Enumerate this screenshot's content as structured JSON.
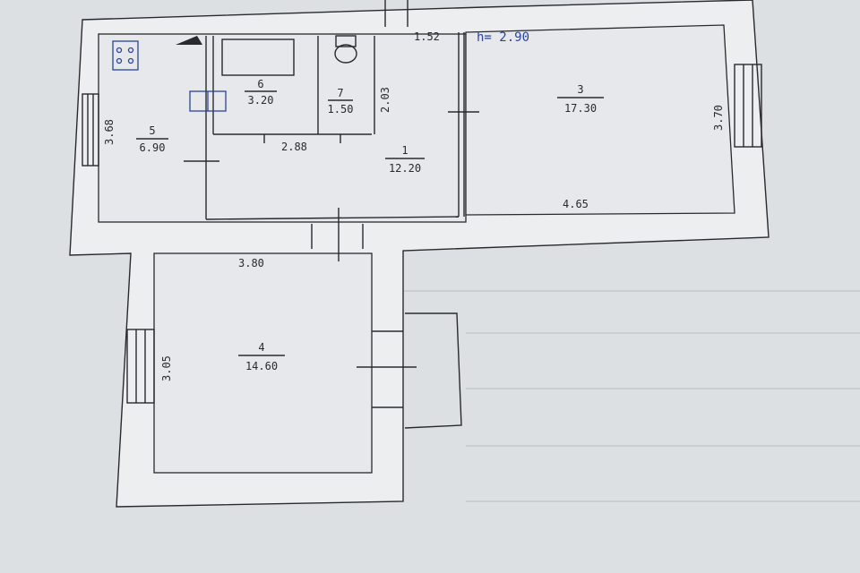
{
  "ceiling_height": "h= 2.90",
  "rooms": [
    {
      "number": "1",
      "area": "12.20"
    },
    {
      "number": "3",
      "area": "17.30"
    },
    {
      "number": "4",
      "area": "14.60"
    },
    {
      "number": "5",
      "area": "6.90"
    },
    {
      "number": "6",
      "area": "3.20"
    },
    {
      "number": "7",
      "area": "1.50"
    }
  ],
  "dimensions": {
    "d152": "1.52",
    "d203": "2.03",
    "d288": "2.88",
    "d465": "4.65",
    "d370": "3.70",
    "d368": "3.68",
    "d380": "3.80",
    "d305": "3.05"
  },
  "colors": {
    "ink": "#2a2a2e",
    "blue_ink": "#2a44a0",
    "paper": "#e6e8eb"
  }
}
